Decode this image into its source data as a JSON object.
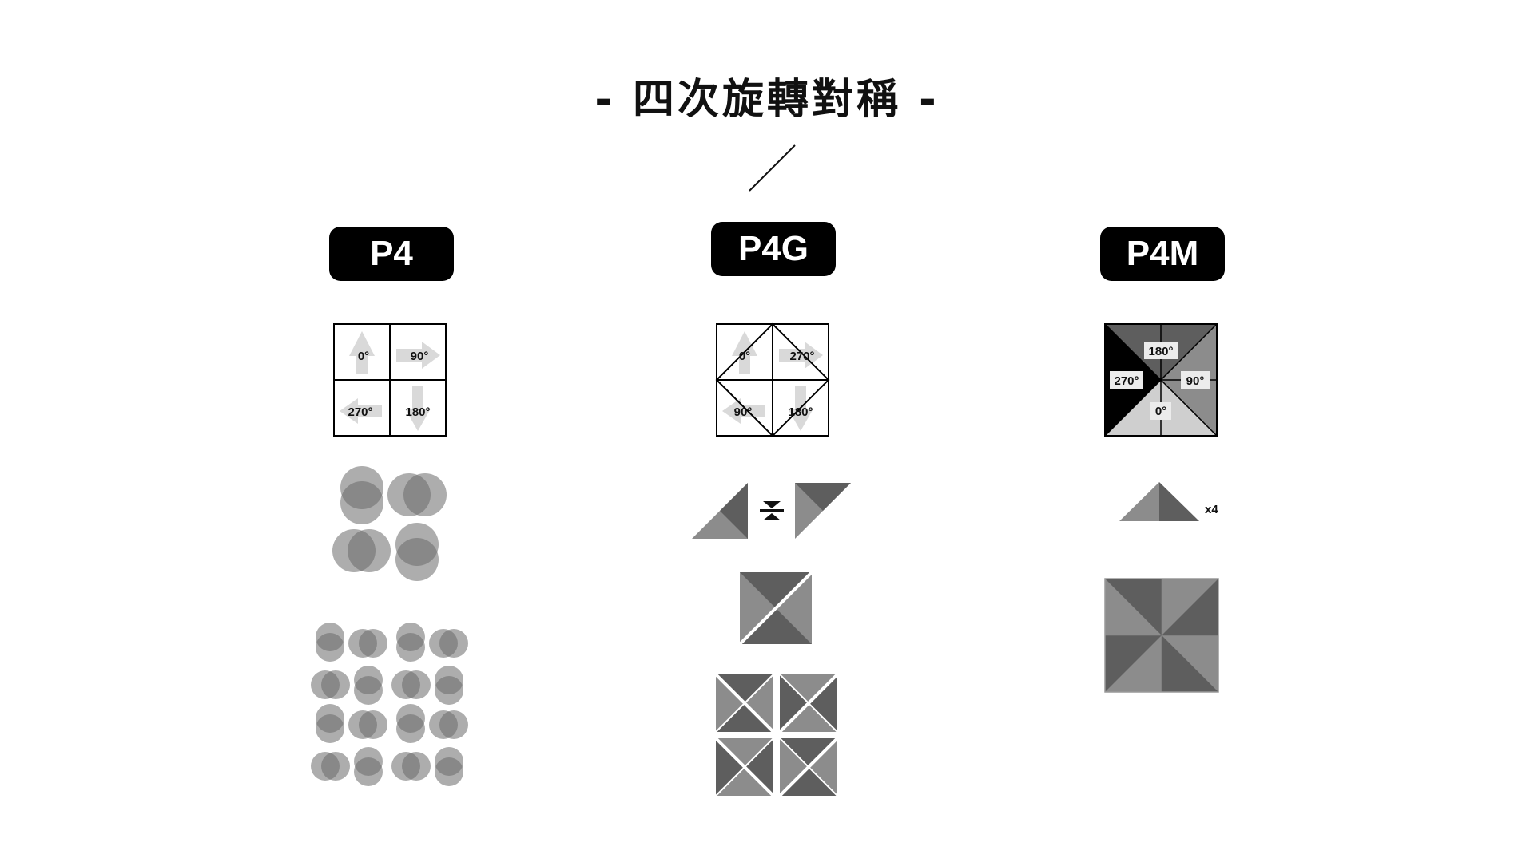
{
  "title": "- 四次旋轉對稱 -",
  "groups": {
    "p4": {
      "label": "P4",
      "cells": [
        "0°",
        "90°",
        "270°",
        "180°"
      ]
    },
    "p4g": {
      "label": "P4G",
      "cells": [
        "0°",
        "270°",
        "90°",
        "180°"
      ]
    },
    "p4m": {
      "label": "P4M",
      "cells": [
        "180°",
        "270°",
        "90°",
        "0°"
      ],
      "multiplier": "x4"
    }
  },
  "colors": {
    "background": "#ffffff",
    "badge": "#000000",
    "arrow": "#d9d9d9",
    "gray_light": "#bdbdbd",
    "gray_mid": "#8c8c8c",
    "gray_dark": "#5e5e5e",
    "black": "#000000"
  }
}
